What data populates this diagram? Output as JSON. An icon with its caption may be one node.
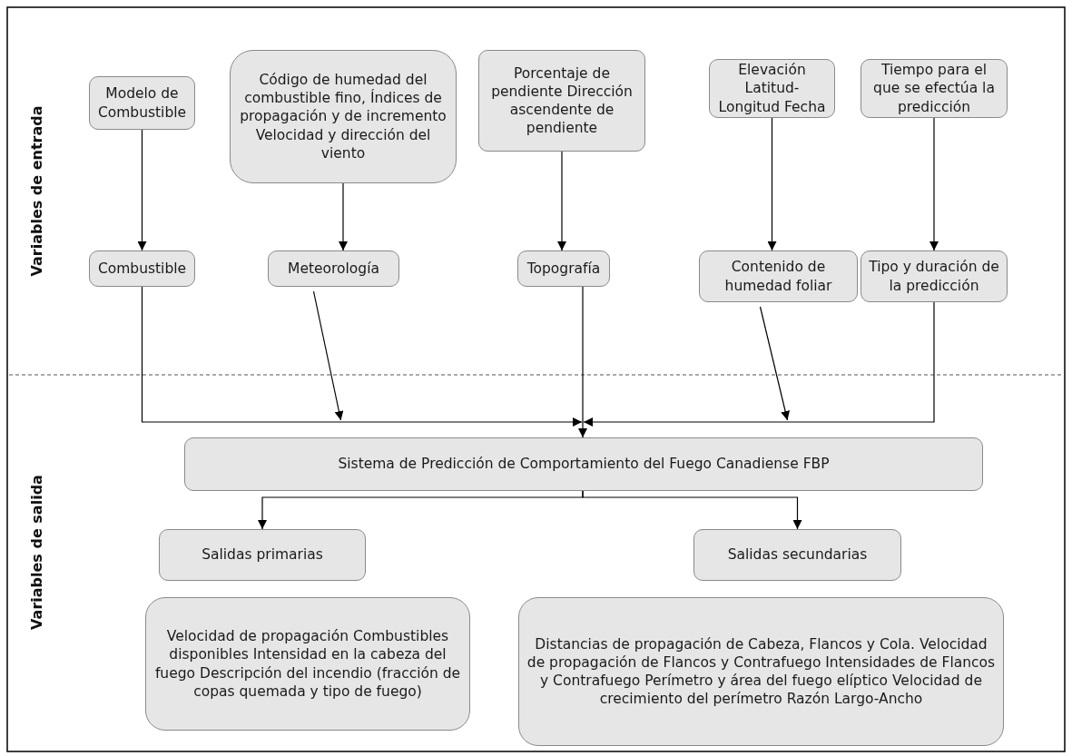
{
  "diagram": {
    "nodes": [
      {
        "text": [
          "Modelo de Combustible"
        ]
      },
      {
        "text": [
          "Código de humedad del combustible fino, Índices de propagación y de incremento Velocidad y dirección del viento"
        ]
      },
      {
        "text": [
          "Porcentaje de pendiente Dirección ascendente de pendiente"
        ]
      },
      {
        "text": [
          "Elevación Latitud-Longitud Fecha"
        ]
      },
      {
        "text": [
          "Tiempo para el que se efectúa la predicción"
        ]
      },
      {
        "text": [
          "Combustible"
        ]
      },
      {
        "text": [
          "Meteorología"
        ]
      },
      {
        "text": [
          "Topografía"
        ]
      },
      {
        "text": [
          "Contenido de humedad foliar"
        ]
      },
      {
        "text": [
          "Tipo y duración de la predicción"
        ]
      },
      {
        "text": [
          "Sistema de Predicción de Comportamiento del Fuego Canadiense FBP"
        ]
      },
      {
        "text": [
          "Salidas primarias"
        ]
      },
      {
        "text": [
          "Salidas secundarias"
        ]
      },
      {
        "text": [
          "Velocidad de propagación Combustibles disponibles Intensidad en la cabeza del fuego Descripción del incendio (fracción de copas quemada y tipo de fuego)"
        ]
      },
      {
        "text": [
          "Distancias de propagación de  Cabeza, Flancos y Cola. Velocidad de propagación de Flancos y Contrafuego Intensidades de Flancos y Contrafuego Perímetro y área del fuego elíptico Velocidad de crecimiento del perímetro Razón Largo-Ancho"
        ]
      }
    ],
    "edges": [
      {
        "from": 0,
        "to": 5,
        "arrow": "to"
      },
      {
        "from": 1,
        "to": 6,
        "arrow": "to"
      },
      {
        "from": 2,
        "to": 7,
        "arrow": "to"
      },
      {
        "from": 3,
        "to": 8,
        "arrow": "to"
      },
      {
        "from": 4,
        "to": 9,
        "arrow": "to"
      },
      {
        "from": 5,
        "to": 10,
        "arrow": "to"
      },
      {
        "from": 6,
        "to": 10,
        "arrow": "to"
      },
      {
        "from": 7,
        "to": 10,
        "arrow": "to"
      },
      {
        "from": 8,
        "to": 10,
        "arrow": "to"
      },
      {
        "from": 9,
        "to": 10,
        "arrow": "to"
      },
      {
        "from": 10,
        "to": 11,
        "arrow": "to"
      },
      {
        "from": 10,
        "to": 12,
        "arrow": "to"
      }
    ],
    "labels": [
      "Variables de entrada",
      "Variables de salida"
    ]
  }
}
